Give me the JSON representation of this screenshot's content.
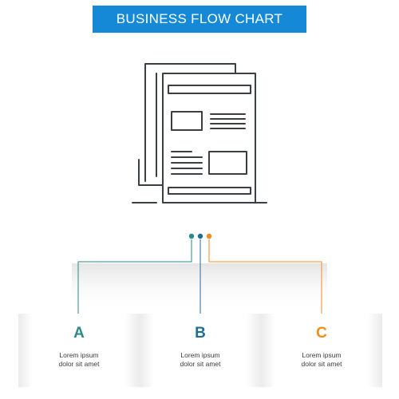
{
  "header": {
    "title": "BUSINESS FLOW CHART"
  },
  "colors": {
    "banner": "#1689d6",
    "a": "#2a8a84",
    "b": "#1f6e96",
    "c": "#f28c1f",
    "icon_stroke": "#3a3f45"
  },
  "icon": {
    "name": "newspaper-icon"
  },
  "steps": [
    {
      "letter": "A",
      "line1": "Lorem ipsum",
      "line2": "dolor sit amet"
    },
    {
      "letter": "B",
      "line1": "Lorem ipsum",
      "line2": "dolor sit amet"
    },
    {
      "letter": "C",
      "line1": "Lorem ipsum",
      "line2": "dolor sit amet"
    }
  ]
}
